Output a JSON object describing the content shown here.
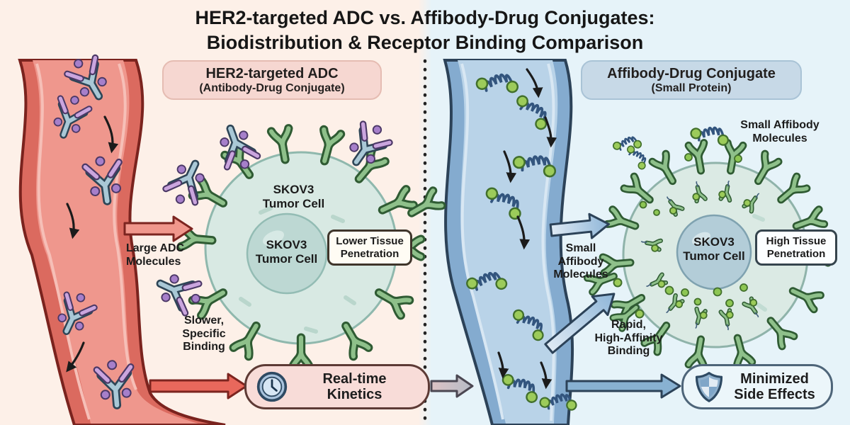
{
  "title": {
    "text": "HER2-targeted ADC vs. Affibody-Drug Conjugates:\nBiodistribution & Receptor Binding Comparison"
  },
  "panels": {
    "left": {
      "header_title": "HER2-targeted ADC",
      "header_subtitle": "(Antibody-Drug Conjugate)",
      "molecule_label": "Large ADC\nMolecules",
      "binding_label": "Slower,\nSpecific\nBinding",
      "cell_label": "SKOV3\nTumor Cell",
      "nucleus_label": "SKOV3\nTumor Cell",
      "penetration_label": "Lower Tissue\nPenetration",
      "outcome_label": "Real-time\nKinetics",
      "outcome_icon": "clock",
      "colors": {
        "background": "#fdf0e8",
        "vessel": "#db6a5f",
        "vessel_lumen": "#ef978d",
        "header_bg": "#f6d7d1",
        "arrow": "#e8685c"
      }
    },
    "right": {
      "header_title": "Affibody-Drug Conjugate",
      "header_subtitle": "(Small Protein)",
      "molecule_label_top": "Small Affibody\nMolecules",
      "molecule_label": "Small\nAffibody\nMolecules",
      "binding_label": "Rapid,\nHigh-Affinity\nBinding",
      "nucleus_label": "SKOV3\nTumor Cell",
      "penetration_label": "High Tissue\nPenetration",
      "outcome_label": "Minimized\nSide Effects",
      "outcome_icon": "shield",
      "colors": {
        "background": "#e6f3f9",
        "vessel": "#84abcf",
        "vessel_lumen": "#b9d3e8",
        "header_bg": "#c7d9e7",
        "arrow": "#88b1d2"
      }
    }
  },
  "shared_colors": {
    "receptor_green": "#8ec08a",
    "antibody_blue": "#a9c8d6",
    "drug_payload_purple": "#a67fca",
    "affibody_coil_blue": "#33557e",
    "affibody_payload_green": "#9ccb5a",
    "tumor_cell_fill": "#dbeae4",
    "nucleus_fill": "#bdd8d3",
    "text": "#1b1b1b"
  }
}
